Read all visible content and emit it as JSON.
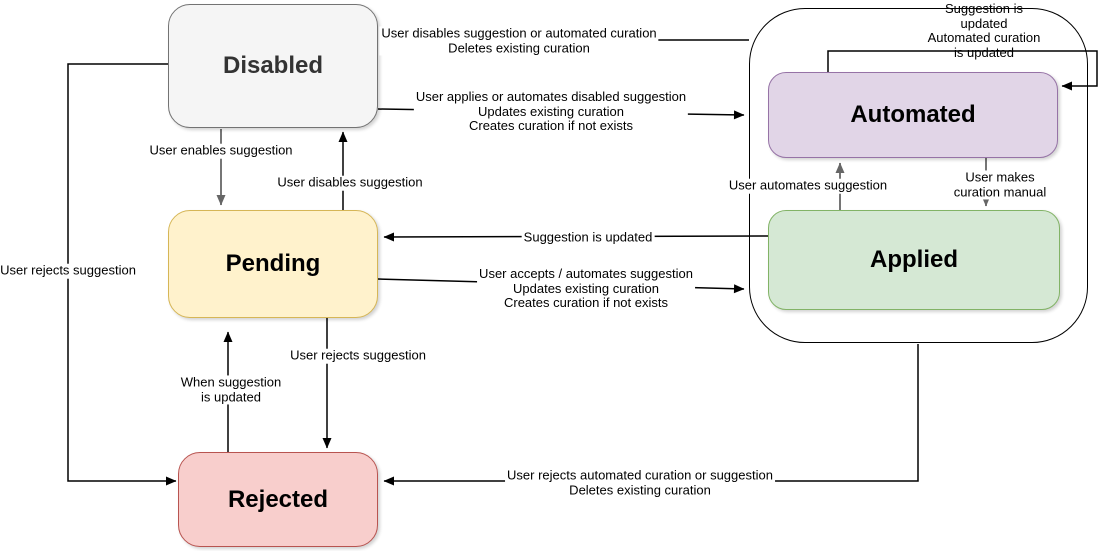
{
  "diagram_type": "state-transition-diagram",
  "states": [
    {
      "id": "disabled",
      "label": "Disabled",
      "fill": "#f5f5f5",
      "border": "#737373",
      "text_color": "#333333"
    },
    {
      "id": "pending",
      "label": "Pending",
      "fill": "#fff2cc",
      "border": "#d6b656",
      "text_color": "#000000"
    },
    {
      "id": "rejected",
      "label": "Rejected",
      "fill": "#f8cecc",
      "border": "#b85450",
      "text_color": "#000000"
    },
    {
      "id": "automated",
      "label": "Automated",
      "fill": "#e1d5e7",
      "border": "#9673a6",
      "text_color": "#000000"
    },
    {
      "id": "applied",
      "label": "Applied",
      "fill": "#d5e8d4",
      "border": "#82b366",
      "text_color": "#000000"
    }
  ],
  "groups": [
    {
      "id": "curation-group",
      "contains": [
        "automated",
        "applied"
      ],
      "border": "#000000"
    }
  ],
  "edges": [
    {
      "id": "group-to-disabled",
      "from": "curation-group",
      "to": "disabled",
      "label": "User disables suggestion or automated curation\nDeletes existing curation"
    },
    {
      "id": "disabled-to-group",
      "from": "disabled",
      "to": "curation-group",
      "label": "User applies or automates disabled suggestion\nUpdates existing curation\nCreates curation if not exists"
    },
    {
      "id": "automated-self-loop",
      "from": "automated",
      "to": "automated",
      "label": "Suggestion is updated\nAutomated curation is updated"
    },
    {
      "id": "disabled-to-pending",
      "from": "disabled",
      "to": "pending",
      "label": "User enables suggestion"
    },
    {
      "id": "pending-to-disabled",
      "from": "pending",
      "to": "disabled",
      "label": "User disables suggestion"
    },
    {
      "id": "applied-to-automated",
      "from": "applied",
      "to": "automated",
      "label": "User automates suggestion"
    },
    {
      "id": "automated-to-applied",
      "from": "automated",
      "to": "applied",
      "label": "User makes curation manual"
    },
    {
      "id": "applied-to-pending",
      "from": "applied",
      "to": "pending",
      "label": "Suggestion is updated"
    },
    {
      "id": "pending-to-group",
      "from": "pending",
      "to": "curation-group",
      "label": "User accepts / automates suggestion\nUpdates existing curation\nCreates curation if not exists"
    },
    {
      "id": "disabled-to-rejected",
      "from": "disabled",
      "to": "rejected",
      "label": "User rejects suggestion"
    },
    {
      "id": "pending-to-rejected",
      "from": "pending",
      "to": "rejected",
      "label": "User rejects suggestion"
    },
    {
      "id": "rejected-to-pending",
      "from": "rejected",
      "to": "pending",
      "label": "When suggestion\nis updated"
    },
    {
      "id": "group-to-rejected",
      "from": "curation-group",
      "to": "rejected",
      "label": "User rejects automated curation or suggestion\nDeletes existing curation"
    }
  ],
  "colors": {
    "edge_default": "#000000",
    "edge_gray": "#666666",
    "background": "#ffffff"
  }
}
